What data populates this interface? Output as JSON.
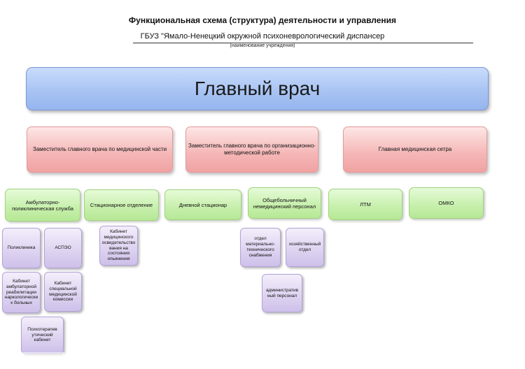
{
  "header": {
    "title": "Функциональная схема (структура) деятельности и управления",
    "organization": "ГБУЗ \"Ямало-Ненецкий окружной психоневрологический диспансер",
    "note": "(наименование учреждения)"
  },
  "chief": {
    "label": "Главный врач"
  },
  "deputies": [
    {
      "label": "Заместитель главного врача по медицинской части"
    },
    {
      "label": "Заместитель главного врача по организационно-методической работе"
    },
    {
      "label": "Главная медицинская сетра"
    }
  ],
  "departments": [
    {
      "label": "Амбулаторно-поликлиническая служба"
    },
    {
      "label": "Стационарное отделение"
    },
    {
      "label": "Дневной стационар"
    },
    {
      "label": "Общебольничный немедицинский персонал"
    },
    {
      "label": "ЛТМ"
    },
    {
      "label": "ОМКО"
    }
  ],
  "units": [
    {
      "label": "Поликлиника"
    },
    {
      "label": "АСПЭО"
    },
    {
      "label": "Кабинет амбулаторной реабилитации наркологически х больных"
    },
    {
      "label": "Кабинет специальной медицинской комиссии"
    },
    {
      "label": "Психотерапев утический кабинет"
    },
    {
      "label": "Кабинет медицинского освидетельство вания на состояния опьянения"
    },
    {
      "label": "отдел материально-технического снабжения"
    },
    {
      "label": "хозяйственный отдел"
    },
    {
      "label": "административ ный персонал"
    }
  ]
}
